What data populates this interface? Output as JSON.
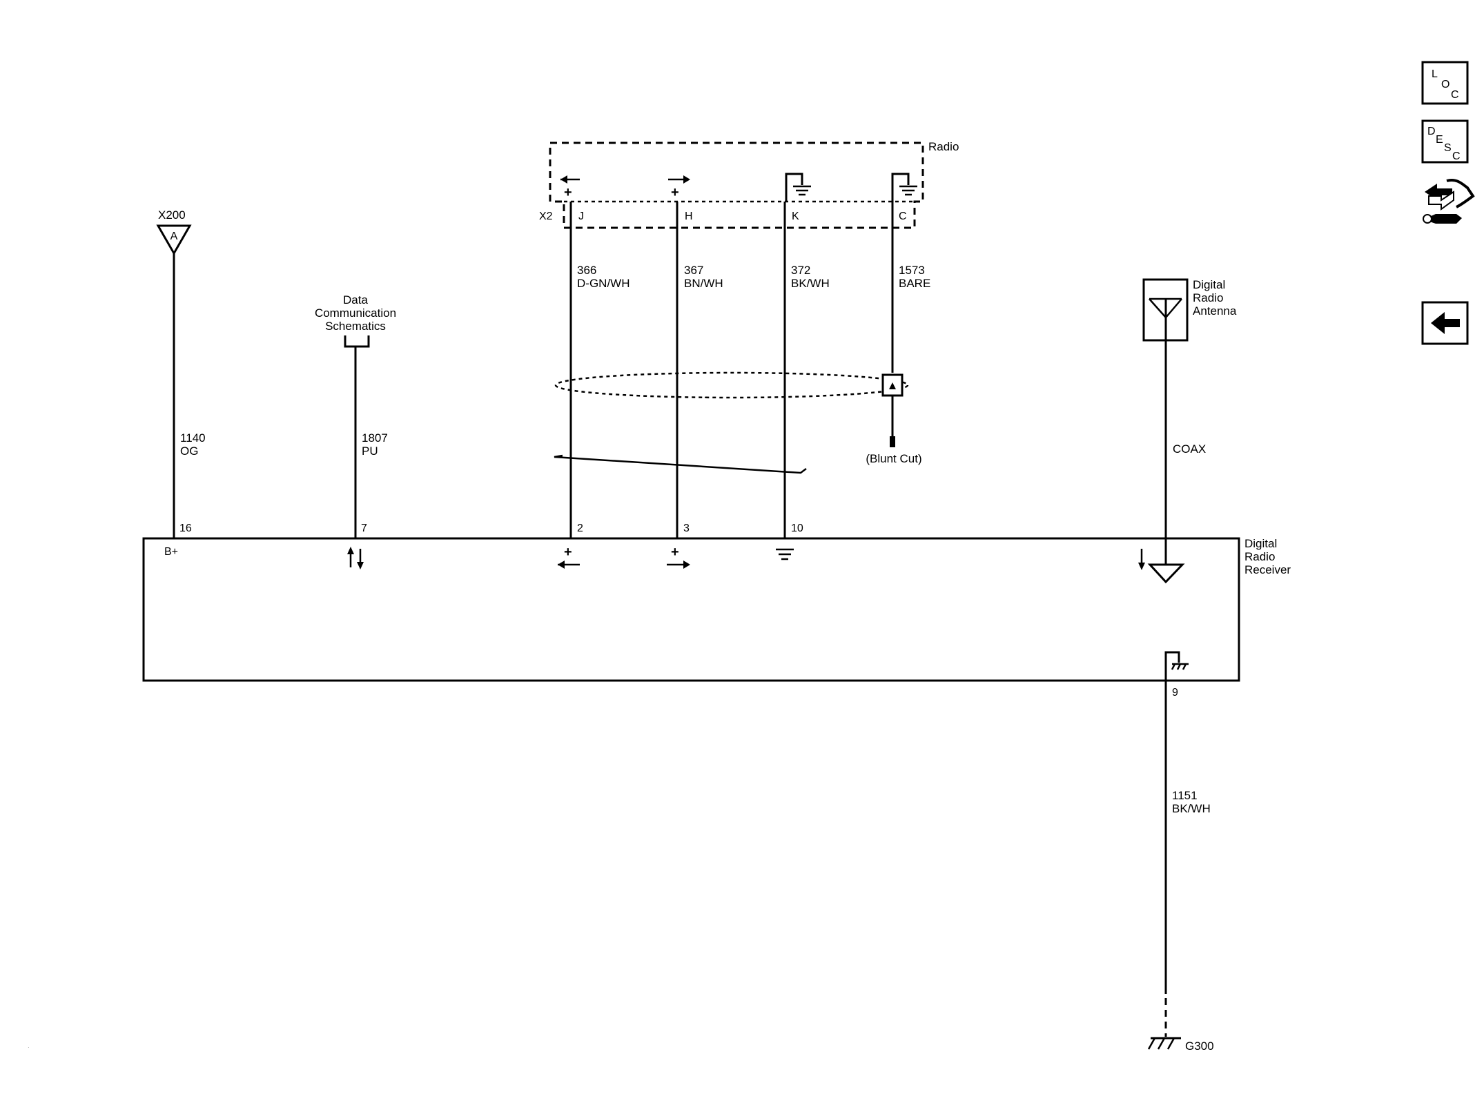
{
  "radio": {
    "label": "Radio",
    "connector": "X2",
    "pins": [
      "J",
      "H",
      "K",
      "C"
    ]
  },
  "wires": [
    {
      "circuit": "366",
      "color": "D-GN/WH"
    },
    {
      "circuit": "367",
      "color": "BN/WH"
    },
    {
      "circuit": "372",
      "color": "BK/WH"
    },
    {
      "circuit": "1573",
      "color": "BARE"
    }
  ],
  "x200": {
    "label": "X200",
    "pin": "A"
  },
  "b_plus_wire": {
    "circuit": "1140",
    "color": "OG"
  },
  "data_comm": {
    "line1": "Data",
    "line2": "Communication",
    "line3": "Schematics",
    "circuit": "1807",
    "color": "PU"
  },
  "blunt_cut": "(Blunt Cut)",
  "antenna": {
    "line1": "Digital",
    "line2": "Radio",
    "line3": "Antenna",
    "coax": "COAX"
  },
  "receiver": {
    "line1": "Digital",
    "line2": "Radio",
    "line3": "Receiver",
    "pins": [
      "16",
      "7",
      "2",
      "3",
      "10",
      "9"
    ],
    "bplus": "B+"
  },
  "ground_wire": {
    "circuit": "1151",
    "color": "BK/WH"
  },
  "ground": {
    "label": "G300"
  },
  "sidebar": {
    "loc": {
      "l1": "L",
      "l2": "O",
      "l3": "C"
    },
    "desc": {
      "l1": "D",
      "l2": "E",
      "l3": "S",
      "l4": "C"
    }
  }
}
